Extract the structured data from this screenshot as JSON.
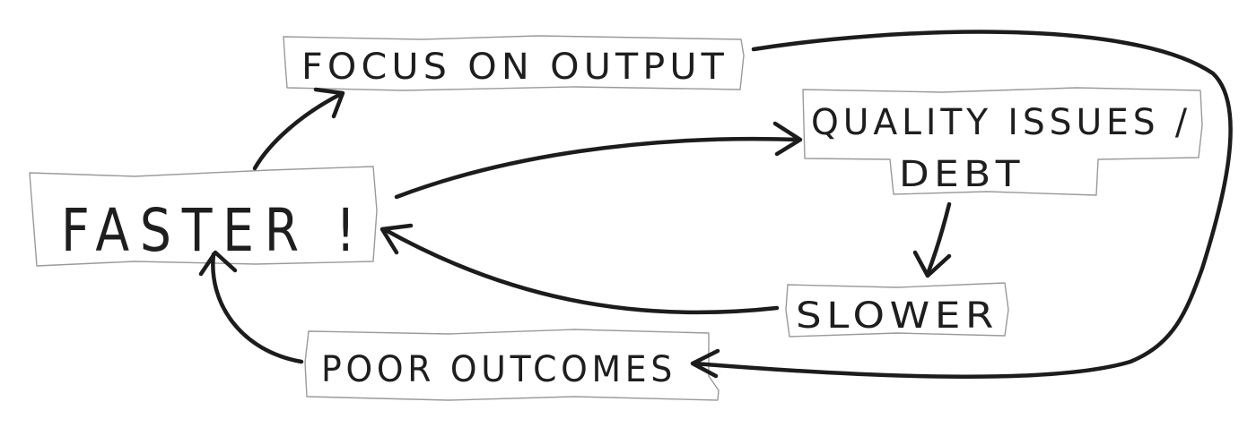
{
  "nodes": {
    "focus": {
      "label": "Focus on output"
    },
    "faster": {
      "label": "Faster !"
    },
    "quality": {
      "line1": "Quality issues /",
      "line2": "Debt"
    },
    "slower": {
      "label": "Slower"
    },
    "poor": {
      "label": "Poor outcomes"
    }
  },
  "edges": [
    {
      "from": "Faster !",
      "to": "Focus on output"
    },
    {
      "from": "Faster !",
      "to": "Quality issues / Debt"
    },
    {
      "from": "Quality issues / Debt",
      "to": "Slower"
    },
    {
      "from": "Slower",
      "to": "Faster !"
    },
    {
      "from": "Poor outcomes",
      "to": "Faster !"
    },
    {
      "from": "Focus on output",
      "to": "Poor outcomes"
    }
  ],
  "colors": {
    "ink": "#1c1c1c",
    "paper": "#ffffff",
    "paper_edge": "#9a9a9a"
  }
}
